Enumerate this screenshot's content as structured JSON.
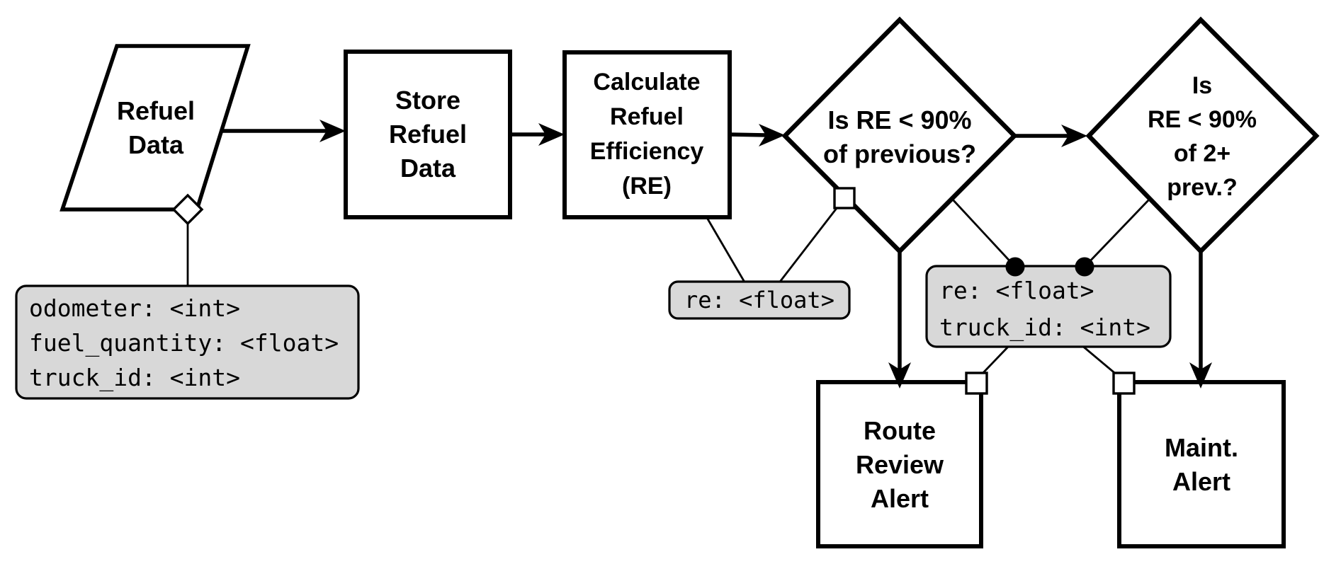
{
  "title": "Refuel Efficiency Alert Flowchart",
  "colors": {
    "stroke": "#000000",
    "node_fill": "#ffffff",
    "annotation_fill": "#d8d8d8",
    "background": "#ffffff"
  },
  "nodes": {
    "refuel_data": {
      "shape": "parallelogram",
      "lines": [
        "Refuel",
        "Data"
      ]
    },
    "store_refuel_data": {
      "shape": "rectangle",
      "lines": [
        "Store",
        "Refuel",
        "Data"
      ]
    },
    "calculate_re": {
      "shape": "rectangle",
      "lines": [
        "Calculate",
        "Refuel",
        "Efficiency",
        "(RE)"
      ]
    },
    "decision_prev": {
      "shape": "diamond",
      "lines": [
        "Is RE < 90%",
        "of previous?"
      ]
    },
    "decision_2prev": {
      "shape": "diamond",
      "lines": [
        "Is",
        "RE < 90%",
        "of 2+",
        "prev.?"
      ]
    },
    "route_review_alert": {
      "shape": "rectangle",
      "lines": [
        "Route",
        "Review",
        "Alert"
      ]
    },
    "maint_alert": {
      "shape": "rectangle",
      "lines": [
        "Maint.",
        "Alert"
      ]
    }
  },
  "annotations": {
    "refuel_fields": {
      "lines": [
        "odometer: <int>",
        "fuel_quantity: <float>",
        "truck_id: <int>"
      ]
    },
    "re_field": {
      "lines": [
        "re: <float>"
      ]
    },
    "alert_fields": {
      "lines": [
        "re: <float>",
        "truck_id: <int>"
      ]
    }
  },
  "edges": [
    {
      "from": "refuel_data",
      "to": "store_refuel_data",
      "style": "arrow"
    },
    {
      "from": "store_refuel_data",
      "to": "calculate_re",
      "style": "arrow"
    },
    {
      "from": "calculate_re",
      "to": "decision_prev",
      "style": "arrow"
    },
    {
      "from": "decision_prev",
      "to": "decision_2prev",
      "style": "arrow"
    },
    {
      "from": "decision_prev",
      "to": "route_review_alert",
      "style": "arrow"
    },
    {
      "from": "decision_2prev",
      "to": "maint_alert",
      "style": "arrow"
    },
    {
      "from": "refuel_data",
      "to": "refuel_fields",
      "style": "annotation-diamond"
    },
    {
      "from": "calculate_re",
      "to": "re_field",
      "style": "annotation-line"
    },
    {
      "from": "decision_prev",
      "to": "re_field",
      "style": "annotation-square"
    },
    {
      "from": "decision_prev",
      "to": "alert_fields",
      "style": "annotation-dot"
    },
    {
      "from": "decision_2prev",
      "to": "alert_fields",
      "style": "annotation-dot"
    },
    {
      "from": "alert_fields",
      "to": "route_review_alert",
      "style": "annotation-square"
    },
    {
      "from": "alert_fields",
      "to": "maint_alert",
      "style": "annotation-square"
    }
  ]
}
